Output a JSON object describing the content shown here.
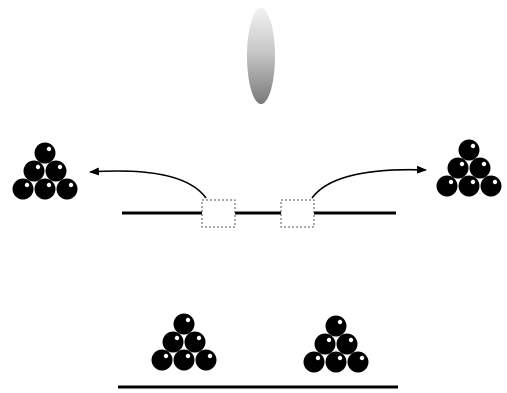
{
  "diagram": {
    "background_color": "#ffffff",
    "ink_color": "#000000",
    "ball_highlight_color": "#ffffff",
    "site_border_color": "#555555",
    "lens_colors": [
      "#f2f2f2",
      "#c8c8c8",
      "#7a7a7a"
    ],
    "balls_per_pyramid": 6,
    "pyramid_rows": [
      1,
      2,
      3
    ],
    "top_panel": {
      "lens": "focusing-lens",
      "strand": "horizontal-line",
      "sites": 2,
      "arrows": [
        {
          "direction": "left",
          "target": "left-pyramid"
        },
        {
          "direction": "right",
          "target": "right-pyramid"
        }
      ]
    },
    "bottom_panel": {
      "pyramids_on_line": 2
    }
  }
}
